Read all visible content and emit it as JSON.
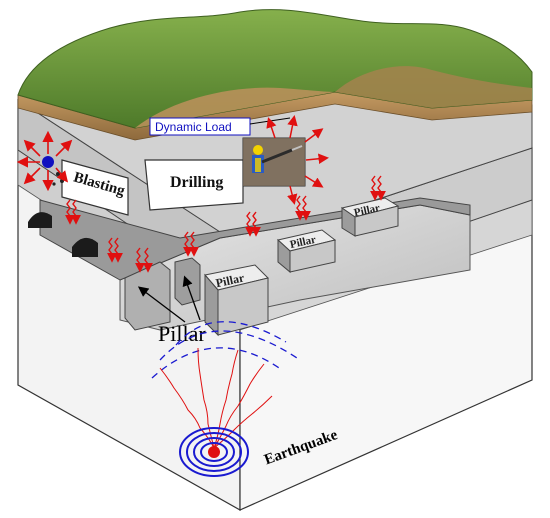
{
  "labels": {
    "dynamic_load": "Dynamic Load",
    "blasting": "Blasting",
    "drilling": "Drilling",
    "pillar_main": "Pillar",
    "pillar_1": "Pillar",
    "pillar_2": "Pillar",
    "pillar_3": "Pillar",
    "earthquake": "Earthquake"
  },
  "colors": {
    "grass": "#6f9a3c",
    "soil": "#b08a55",
    "rock_light": "#cfcfcf",
    "rock_mid": "#a9a9a9",
    "rock_dark": "#6b6b6b",
    "ground_face": "#f2f2f2",
    "load_arrow": "#e01010",
    "wave_blue": "#1a1ad0",
    "wave_red": "#e01010",
    "label_blue": "#1010c0"
  },
  "icons": [
    "blast-star-icon",
    "driller-worker-icon",
    "load-arrow-icon",
    "earthquake-focus-icon"
  ]
}
